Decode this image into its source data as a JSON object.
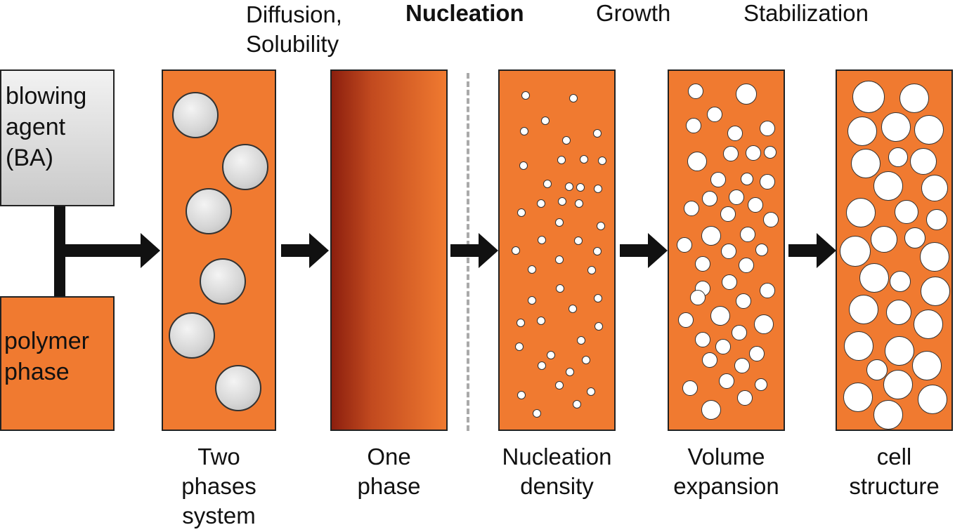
{
  "stage_labels": {
    "diffusion": "Diffusion,\nSolubility",
    "nucleation": "Nucleation",
    "growth": "Growth",
    "stabilization": "Stabilization"
  },
  "inputs": {
    "blowing_agent": "blowing\nagent\n(BA)",
    "polymer_phase": "polymer\nphase"
  },
  "panels": {
    "two_phases": "Two\nphases\nsystem",
    "one_phase": "One\nphase",
    "nucleation_density": "Nucleation\ndensity",
    "volume_expansion": "Volume\nexpansion",
    "cell_structure": "cell\nstructure"
  },
  "colors": {
    "polymer_orange": "#f07a30",
    "one_phase_dark": "#8c1f0e",
    "arrow": "#111111",
    "divider": "#a9a9a9"
  }
}
